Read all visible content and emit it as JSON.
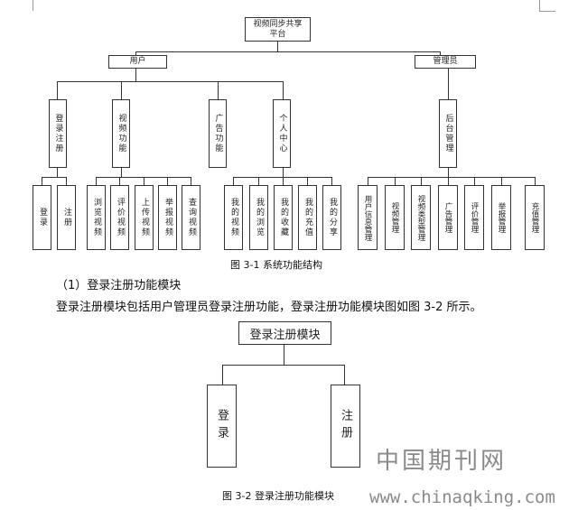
{
  "figure1": {
    "root": "视频同步共享平台",
    "level1": [
      "用户",
      "管理员"
    ],
    "user_modules": [
      "登录注册",
      "视频功能",
      "广告功能",
      "个人中心"
    ],
    "admin_module": "后台管理",
    "login_children": [
      "登录",
      "注册"
    ],
    "video_children": [
      "浏览视频",
      "评价视频",
      "上传视频",
      "举报视频",
      "查询视频"
    ],
    "personal_children": [
      "我的视频",
      "我的浏览",
      "我的收藏",
      "我的充值",
      "我的分享"
    ],
    "admin_children": [
      "用户信息管理",
      "视频管理",
      "视频类型管理",
      "广告管理",
      "评价管理",
      "举报管理",
      "充值管理"
    ],
    "caption": "图 3-1  系统功能结构"
  },
  "section_heading": "（1）登录注册功能模块",
  "paragraph": "登录注册模块包括用户管理员登录注册功能，登录注册功能模块图如图 3-2 所示。",
  "figure2": {
    "root": "登录注册模块",
    "children": [
      "登录",
      "注册"
    ],
    "caption": "图 3-2  登录注册功能模块"
  },
  "watermark": {
    "logo": "中国期刊网",
    "url": "www.chinaqking.com"
  }
}
